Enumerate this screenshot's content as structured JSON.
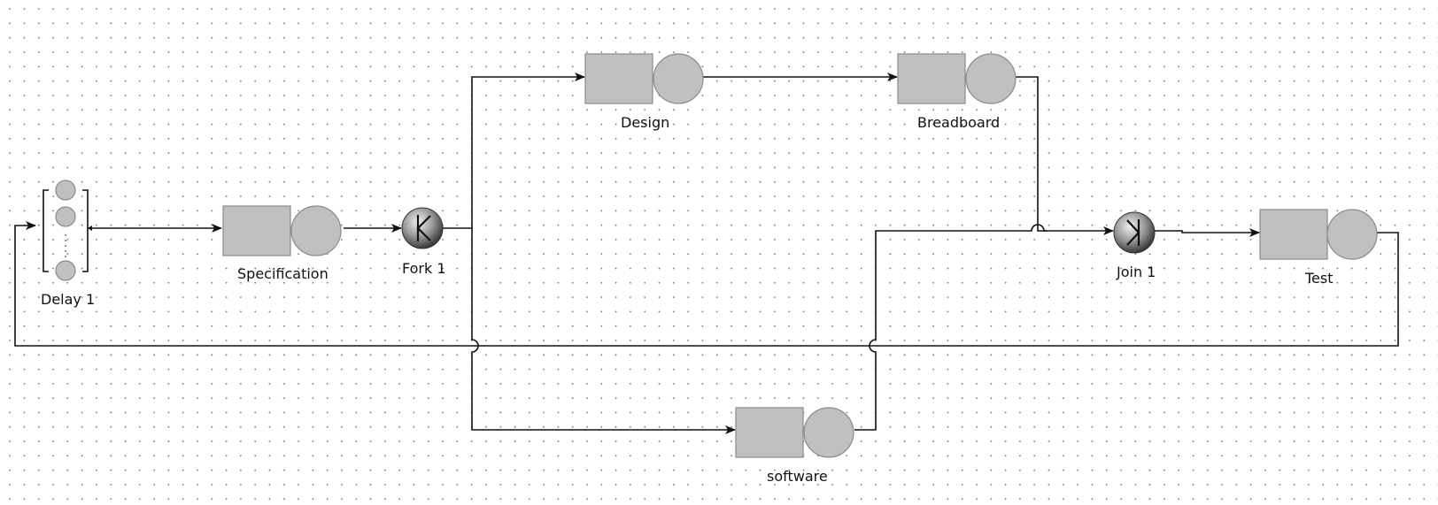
{
  "diagram": {
    "nodes": {
      "delay": {
        "label": "Delay 1",
        "kind": "delay"
      },
      "specification": {
        "label": "Specification",
        "kind": "server"
      },
      "fork": {
        "label": "Fork 1",
        "kind": "fork"
      },
      "design": {
        "label": "Design",
        "kind": "server"
      },
      "breadboard": {
        "label": "Breadboard",
        "kind": "server"
      },
      "join": {
        "label": "Join 1",
        "kind": "join"
      },
      "test": {
        "label": "Test",
        "kind": "server"
      },
      "software": {
        "label": "software",
        "kind": "server"
      }
    },
    "edges": [
      {
        "from": "delay",
        "to": "specification"
      },
      {
        "from": "specification",
        "to": "fork"
      },
      {
        "from": "fork",
        "to": "design"
      },
      {
        "from": "fork",
        "to": "software"
      },
      {
        "from": "design",
        "to": "breadboard"
      },
      {
        "from": "breadboard",
        "to": "join"
      },
      {
        "from": "software",
        "to": "join"
      },
      {
        "from": "join",
        "to": "test"
      },
      {
        "from": "test",
        "to": "delay"
      }
    ],
    "colors": {
      "node_fill": "#c0c0c0",
      "node_stroke": "#8a8a8a",
      "wire": "#111111",
      "grid_dot": "#7a7a7a"
    }
  }
}
